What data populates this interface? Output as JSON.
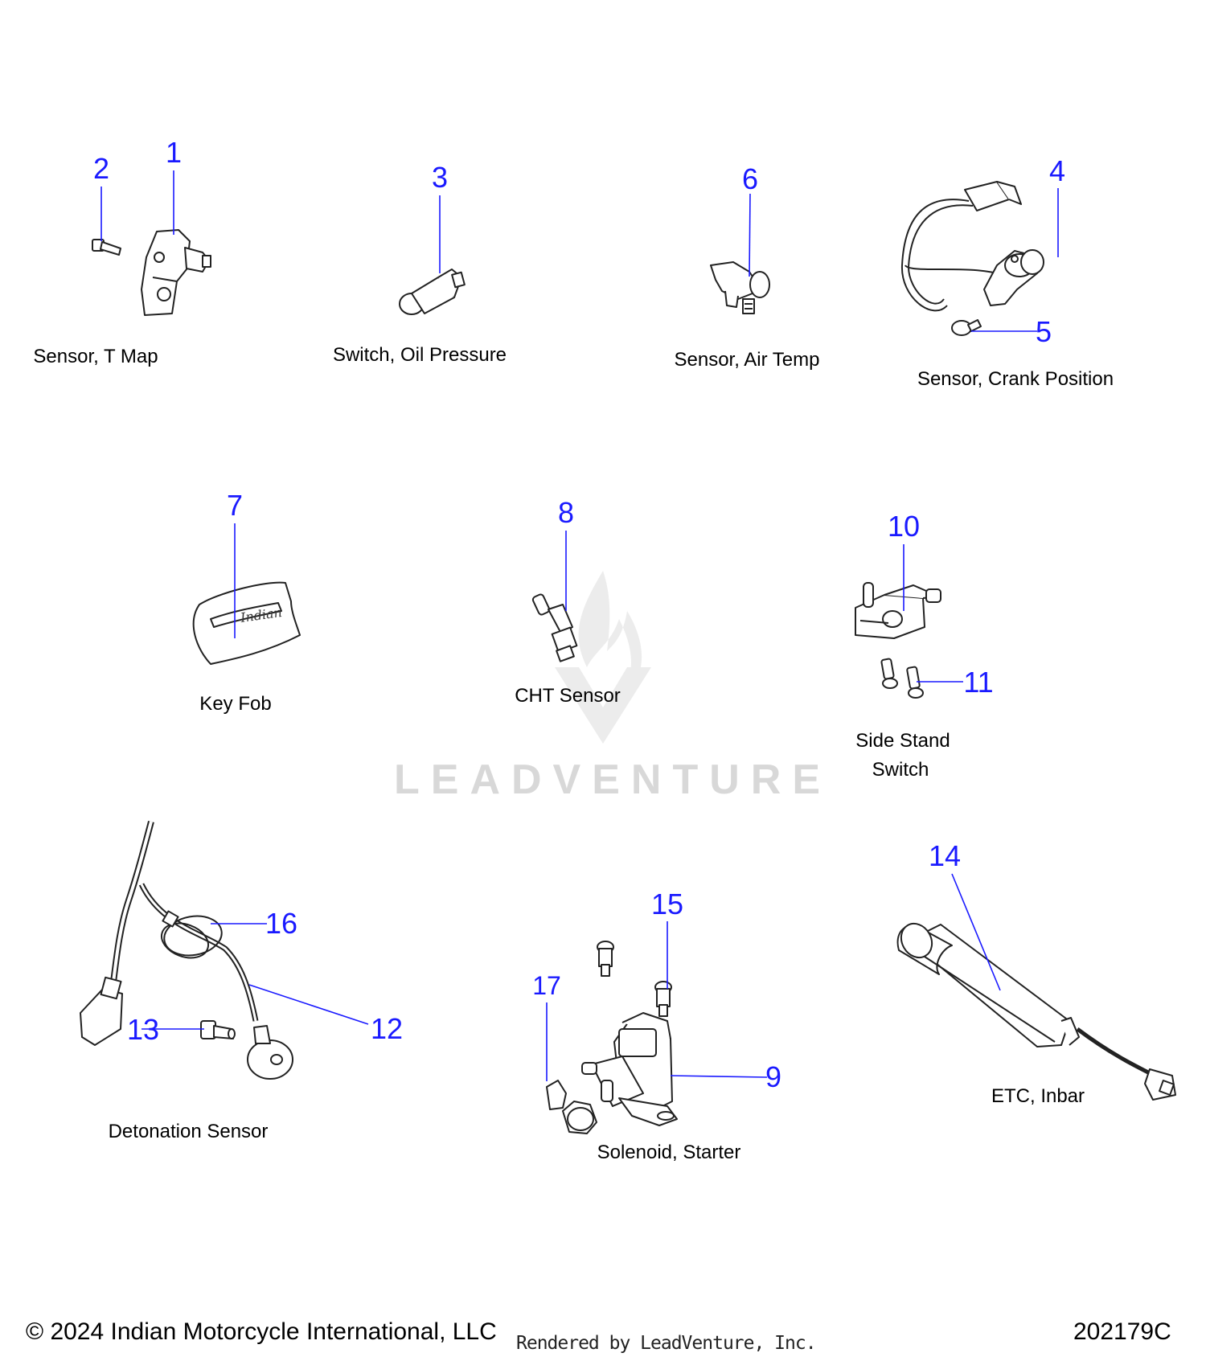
{
  "callouts": {
    "c1": "1",
    "c2": "2",
    "c3": "3",
    "c4": "4",
    "c5": "5",
    "c6": "6",
    "c7": "7",
    "c8": "8",
    "c9": "9",
    "c10": "10",
    "c11": "11",
    "c12": "12",
    "c13": "13",
    "c14": "14",
    "c15": "15",
    "c16": "16",
    "c17": "17"
  },
  "captions": {
    "t_map": "Sensor, T Map",
    "oil_pressure": "Switch, Oil Pressure",
    "air_temp": "Sensor, Air Temp",
    "crank_position": "Sensor, Crank Position",
    "key_fob": "Key Fob",
    "cht_sensor": "CHT Sensor",
    "side_stand_line1": "Side Stand",
    "side_stand_line2": "Switch",
    "detonation_sensor": "Detonation Sensor",
    "solenoid_starter": "Solenoid, Starter",
    "etc_inbar": "ETC, Inbar"
  },
  "footer": {
    "copyright": "© 2024 Indian Motorcycle International, LLC",
    "rendered_by": "Rendered by LeadVenture, Inc.",
    "diagram_id": "202179C"
  },
  "watermark": {
    "text": "LEADVENTURE"
  },
  "colors": {
    "callout": "#1a1aff",
    "part_stroke": "#222222",
    "watermark": "#d8d8d8"
  }
}
